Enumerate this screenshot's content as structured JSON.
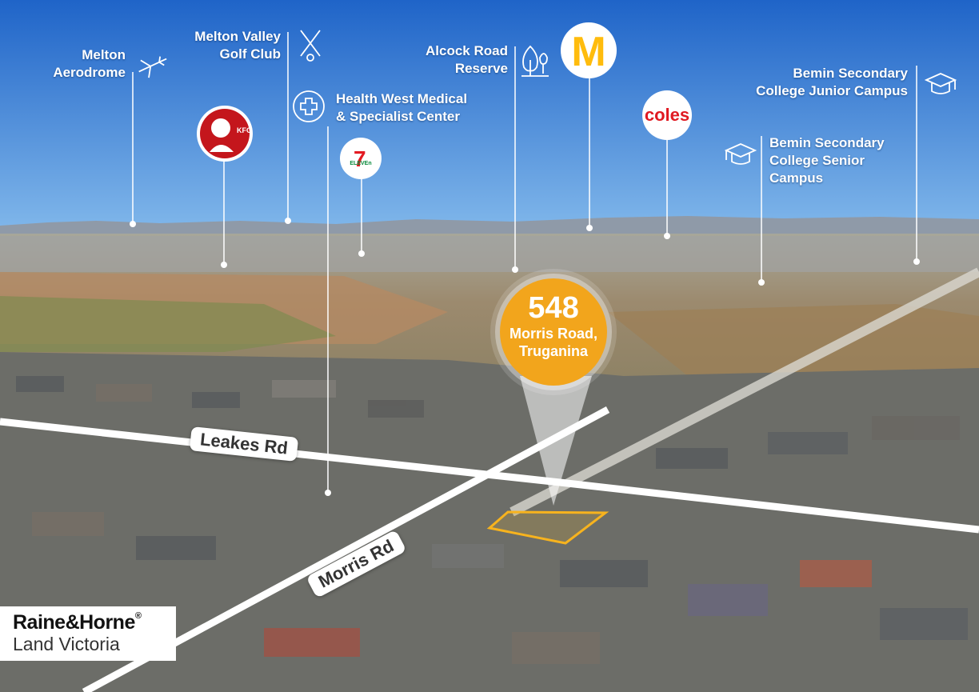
{
  "pois": {
    "melton_aerodrome": {
      "line1": "Melton",
      "line2": "Aerodrome",
      "icon": "plane-icon"
    },
    "golf": {
      "line1": "Melton Valley",
      "line2": "Golf Club",
      "icon": "golf-icon"
    },
    "health": {
      "line1": "Health West Medical",
      "line2": "& Specialist Center",
      "icon": "medical-cross-icon"
    },
    "alcock": {
      "line1": "Alcock Road",
      "line2": "Reserve",
      "icon": "tree-icon"
    },
    "junior": {
      "line1": "Bemin Secondary",
      "line2": "College Junior Campus",
      "icon": "graduation-cap-icon"
    },
    "senior": {
      "line1": "Bemin Secondary",
      "line2": "College Senior",
      "line3": "Campus",
      "icon": "graduation-cap-icon"
    }
  },
  "logos": {
    "kfc": "KFC",
    "seven_eleven": "ELEVEn",
    "coles": "coles",
    "mcdonalds": "M"
  },
  "roads": {
    "leakes": "Leakes Rd",
    "morris": "Morris Rd"
  },
  "property": {
    "number": "548",
    "street": "Morris Road,",
    "suburb": "Truganina"
  },
  "brand": {
    "name": "Raine&Horne",
    "suffix": "®",
    "division": "Land Victoria"
  },
  "colors": {
    "sky_top": "#1f6fcf",
    "sky_bottom": "#6aaae8",
    "pin": "#f2a51c",
    "brand_red": "#d4202a",
    "coles_red": "#e01a22",
    "mcd_yellow": "#ffbc0d"
  }
}
